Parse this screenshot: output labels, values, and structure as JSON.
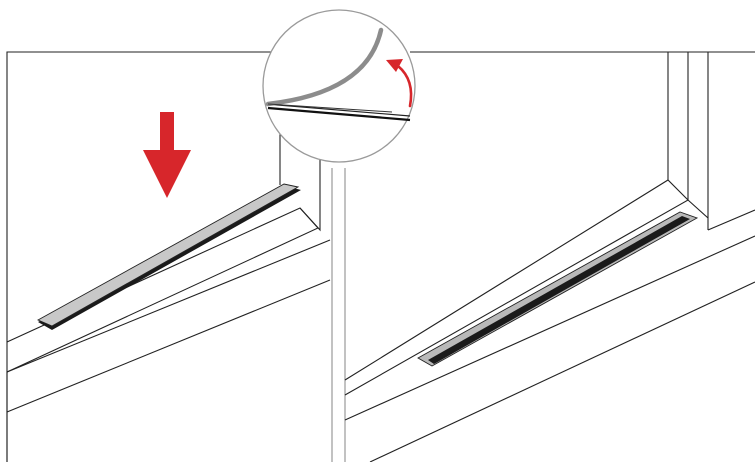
{
  "diagram": {
    "steps": [
      {
        "id": "left-panel",
        "action": "press-down"
      },
      {
        "id": "right-panel",
        "action": "installed"
      }
    ],
    "detail": {
      "action": "peel-backing-upward"
    },
    "icons": [
      "down-arrow-icon",
      "curved-arrow-icon"
    ]
  },
  "colors": {
    "arrow": "#d7262b",
    "strip_fill": "#c8c8c8",
    "strip_shadow": "#1a1a1a",
    "backing": "#8c8c8c",
    "line": "#222222",
    "divider": "#9a9a9a"
  }
}
